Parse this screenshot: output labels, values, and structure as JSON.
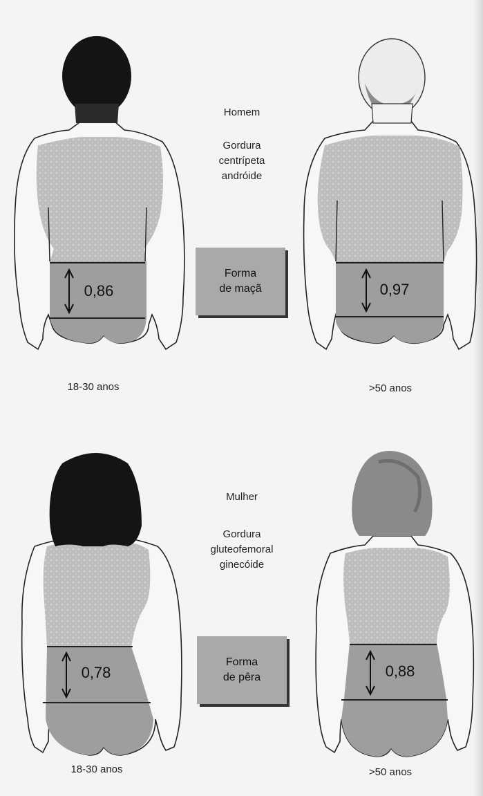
{
  "men": {
    "heading": "Homem",
    "fat_type_line1": "Gordura",
    "fat_type_line2": "centrípeta",
    "fat_type_line3": "andróide",
    "shape_line1": "Forma",
    "shape_line2": "de maçã",
    "young": {
      "ratio": "0,86",
      "age": "18-30 anos"
    },
    "old": {
      "ratio": "0,97",
      "age": ">50 anos"
    }
  },
  "women": {
    "heading": "Mulher",
    "fat_type_line1": "Gordura",
    "fat_type_line2": "gluteofemoral",
    "fat_type_line3": "ginecóide",
    "shape_line1": "Forma",
    "shape_line2": "de pêra",
    "young": {
      "ratio": "0,78",
      "age": "18-30 anos"
    },
    "old": {
      "ratio": "0,88",
      "age": ">50 anos"
    }
  },
  "colors": {
    "fat_shading": "#bdbdbd",
    "waist_band": "#9e9e9e",
    "outline": "#222222",
    "dark_hair": "#141414",
    "gray_hair": "#8a8a8a"
  }
}
